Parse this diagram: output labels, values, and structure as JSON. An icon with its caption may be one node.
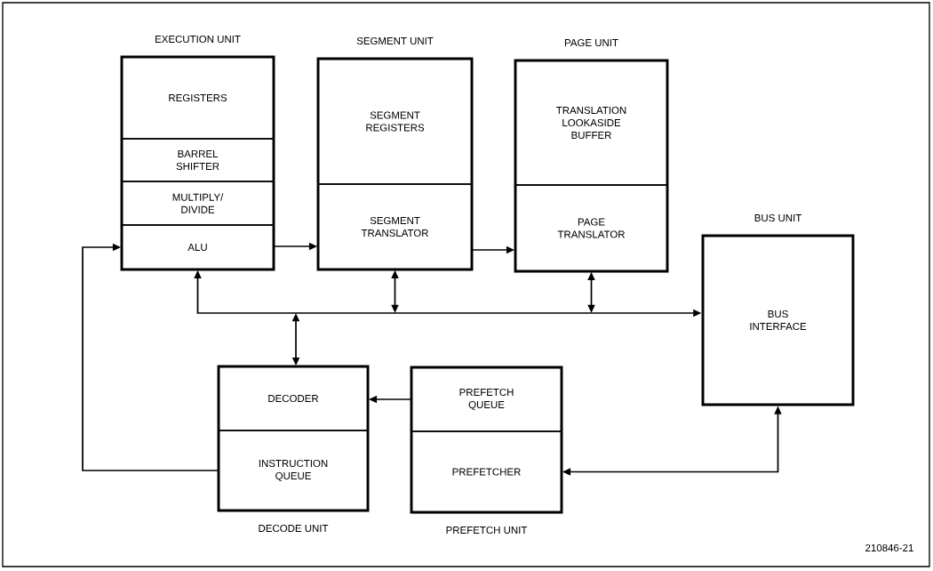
{
  "diagram": {
    "nodes": [
      {
        "text": [
          "EXECUTION UNIT"
        ]
      },
      {
        "text": [
          "REGISTERS"
        ],
        "in": 0
      },
      {
        "text": [
          "BARREL SHIFTER"
        ],
        "in": 0
      },
      {
        "text": [
          "MULTIPLY/ DIVIDE"
        ],
        "in": 0
      },
      {
        "text": [
          "ALU"
        ],
        "in": 0
      },
      {
        "text": [
          "SEGMENT UNIT"
        ]
      },
      {
        "text": [
          "SEGMENT REGISTERS"
        ],
        "in": 5
      },
      {
        "text": [
          "SEGMENT TRANSLATOR"
        ],
        "in": 5
      },
      {
        "text": [
          "PAGE UNIT"
        ]
      },
      {
        "text": [
          "TRANSLATION LOOKASIDE BUFFER"
        ],
        "in": 8
      },
      {
        "text": [
          "PAGE TRANSLATOR"
        ],
        "in": 8
      },
      {
        "text": [
          "BUS UNIT",
          "BUS INTERFACE"
        ]
      },
      {
        "text": [
          "DECODE UNIT"
        ]
      },
      {
        "text": [
          "DECODER"
        ],
        "in": 12
      },
      {
        "text": [
          "INSTRUCTION QUEUE"
        ],
        "in": 12
      },
      {
        "text": [
          "PREFETCH UNIT"
        ]
      },
      {
        "text": [
          "PREFETCH QUEUE"
        ],
        "in": 15
      },
      {
        "text": [
          "PREFETCHER"
        ],
        "in": 15
      }
    ],
    "edges": [
      {
        "from": 4,
        "to": 7,
        "arrow": "to"
      },
      {
        "from": 7,
        "to": 10,
        "arrow": "to"
      },
      {
        "from": 4,
        "to": 11,
        "arrow": "both"
      },
      {
        "from": 7,
        "to": null,
        "arrow": "both"
      },
      {
        "from": 10,
        "to": null,
        "arrow": "both"
      },
      {
        "from": null,
        "to": 13,
        "arrow": "both"
      },
      {
        "from": 16,
        "to": 13,
        "arrow": "to"
      },
      {
        "from": 14,
        "to": 4,
        "arrow": "to"
      },
      {
        "from": 17,
        "to": 11,
        "arrow": "both"
      }
    ],
    "labels": [
      "210846-21"
    ]
  }
}
